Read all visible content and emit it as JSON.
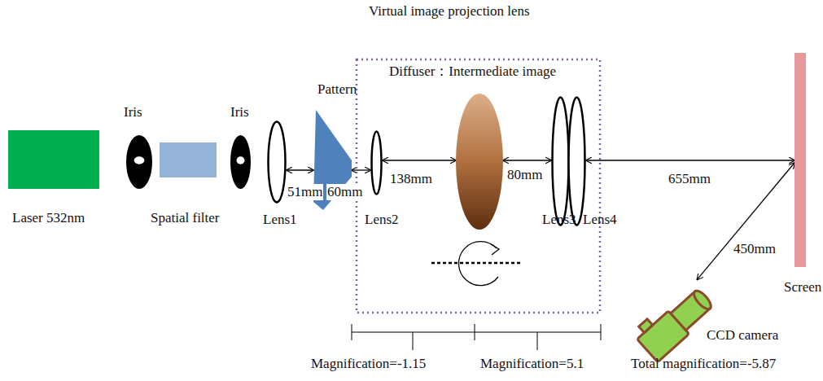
{
  "diagram": {
    "nodes": [
      {
        "text": [
          "Laser 532nm"
        ]
      },
      {
        "text": [
          "Iris"
        ]
      },
      {
        "text": [
          "Spatial filter"
        ]
      },
      {
        "text": [
          "Iris"
        ]
      },
      {
        "text": [
          "Lens1"
        ]
      },
      {
        "text": [
          "Pattern"
        ]
      },
      {
        "text": [
          "Virtual image projection lens"
        ]
      },
      {
        "text": [
          "Lens2"
        ],
        "in": 6
      },
      {
        "text": [
          "Diffuser：Intermediate image"
        ],
        "in": 6
      },
      {
        "text": [
          "Lens3"
        ],
        "in": 6
      },
      {
        "text": [
          "Lens4"
        ],
        "in": 6
      },
      {
        "text": [
          "Screen"
        ]
      },
      {
        "text": [
          "CCD camera"
        ]
      }
    ],
    "edges": [
      {
        "from": 4,
        "to": 5,
        "label": "51mm",
        "arrow": "both"
      },
      {
        "from": 5,
        "to": 7,
        "label": "60mm",
        "arrow": "both"
      },
      {
        "from": 7,
        "to": 8,
        "label": "138mm",
        "arrow": "both"
      },
      {
        "from": 8,
        "to": 9,
        "label": "80mm",
        "arrow": "both"
      },
      {
        "from": 10,
        "to": 11,
        "label": "655mm",
        "arrow": "both"
      },
      {
        "from": 11,
        "to": 12,
        "label": "450mm",
        "arrow": "both"
      }
    ],
    "labels": [
      "Magnification=-1.15",
      "Magnification=5.1",
      "Total magnification=-5.87"
    ]
  }
}
